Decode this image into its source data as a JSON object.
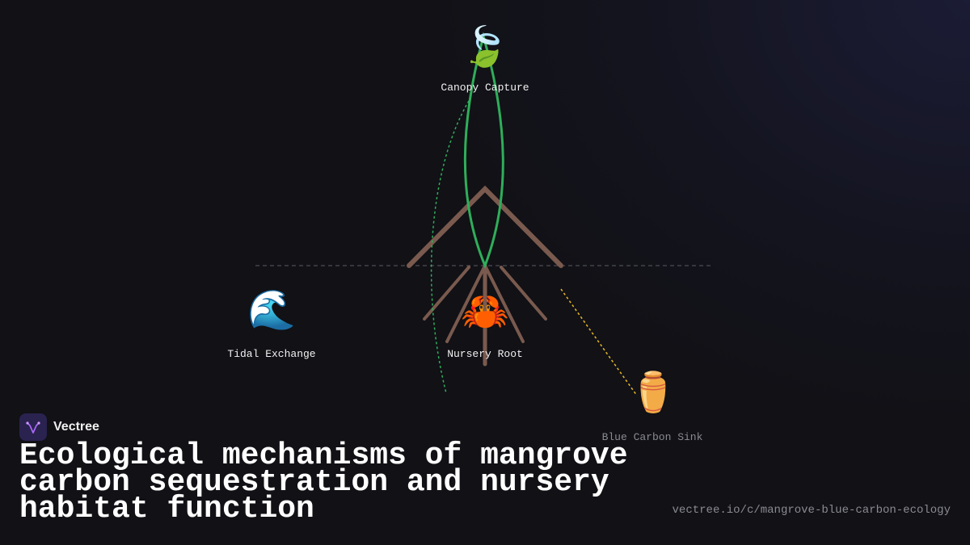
{
  "nodes": {
    "canopy": {
      "icon": "🍃",
      "icon_name": "leaf-icon",
      "label": "Canopy Capture"
    },
    "tidal": {
      "icon": "🌊",
      "icon_name": "wave-icon",
      "label": "Tidal Exchange"
    },
    "nursery": {
      "icon": "🦀",
      "icon_name": "crab-icon",
      "label": "Nursery Root"
    },
    "sink": {
      "icon": "⚱️",
      "icon_name": "urn-icon",
      "label": "Blue Carbon Sink"
    }
  },
  "colors": {
    "trunk": "#7a5a4e",
    "canopy_stroke": "#2fae5a",
    "tidal_link": "#2fae5a",
    "sink_link": "#e8b923",
    "waterline": "#5a5a64",
    "brand_logo_bg": "#2a2350",
    "brand_logo_mark": "#b06bff"
  },
  "brand": {
    "name": "Vectree",
    "logo_icon": "vectree-logo-icon"
  },
  "title": "Ecological mechanisms of mangrove carbon sequestration and nursery habitat function",
  "url": "vectree.io/c/mangrove-blue-carbon-ecology"
}
